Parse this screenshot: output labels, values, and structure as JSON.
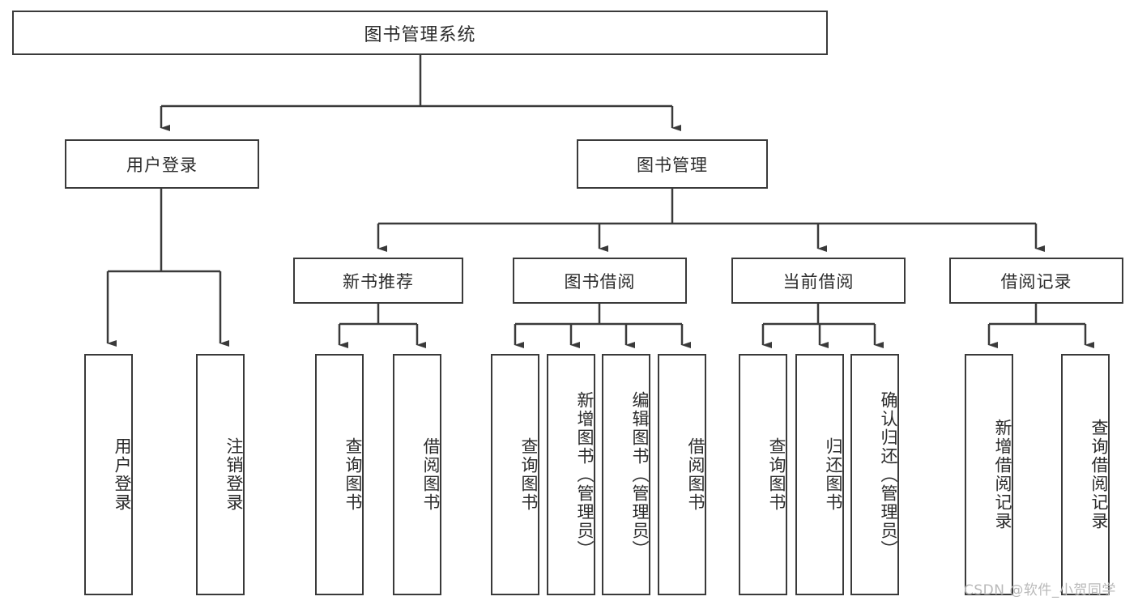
{
  "diagram": {
    "title": "图书管理系统",
    "watermark": "CSDN @软件_小贺同学",
    "stroke_color": "#3a3a3a",
    "background_color": "#ffffff",
    "text_color": "#2b2b2b",
    "watermark_color": "#b9b9b9"
  },
  "root": {
    "label": "图书管理系统"
  },
  "level2": [
    {
      "label": "用户登录"
    },
    {
      "label": "图书管理"
    }
  ],
  "level3": [
    {
      "label": "新书推荐"
    },
    {
      "label": "图书借阅"
    },
    {
      "label": "当前借阅"
    },
    {
      "label": "借阅记录"
    }
  ],
  "leaves": {
    "user_login": [
      {
        "label": "用户登录"
      },
      {
        "label": "注销登录"
      }
    ],
    "new_book_recommend": [
      {
        "label": "查询图书"
      },
      {
        "label": "借阅图书"
      }
    ],
    "book_borrow": [
      {
        "label": "查询图书"
      },
      {
        "label": "新增图书（管理员）"
      },
      {
        "label": "编辑图书（管理员）"
      },
      {
        "label": "借阅图书"
      }
    ],
    "current_borrow": [
      {
        "label": "查询图书"
      },
      {
        "label": "归还图书"
      },
      {
        "label": "确认归还（管理员）"
      }
    ],
    "borrow_record": [
      {
        "label": "新增借阅记录"
      },
      {
        "label": "查询借阅记录"
      }
    ]
  }
}
